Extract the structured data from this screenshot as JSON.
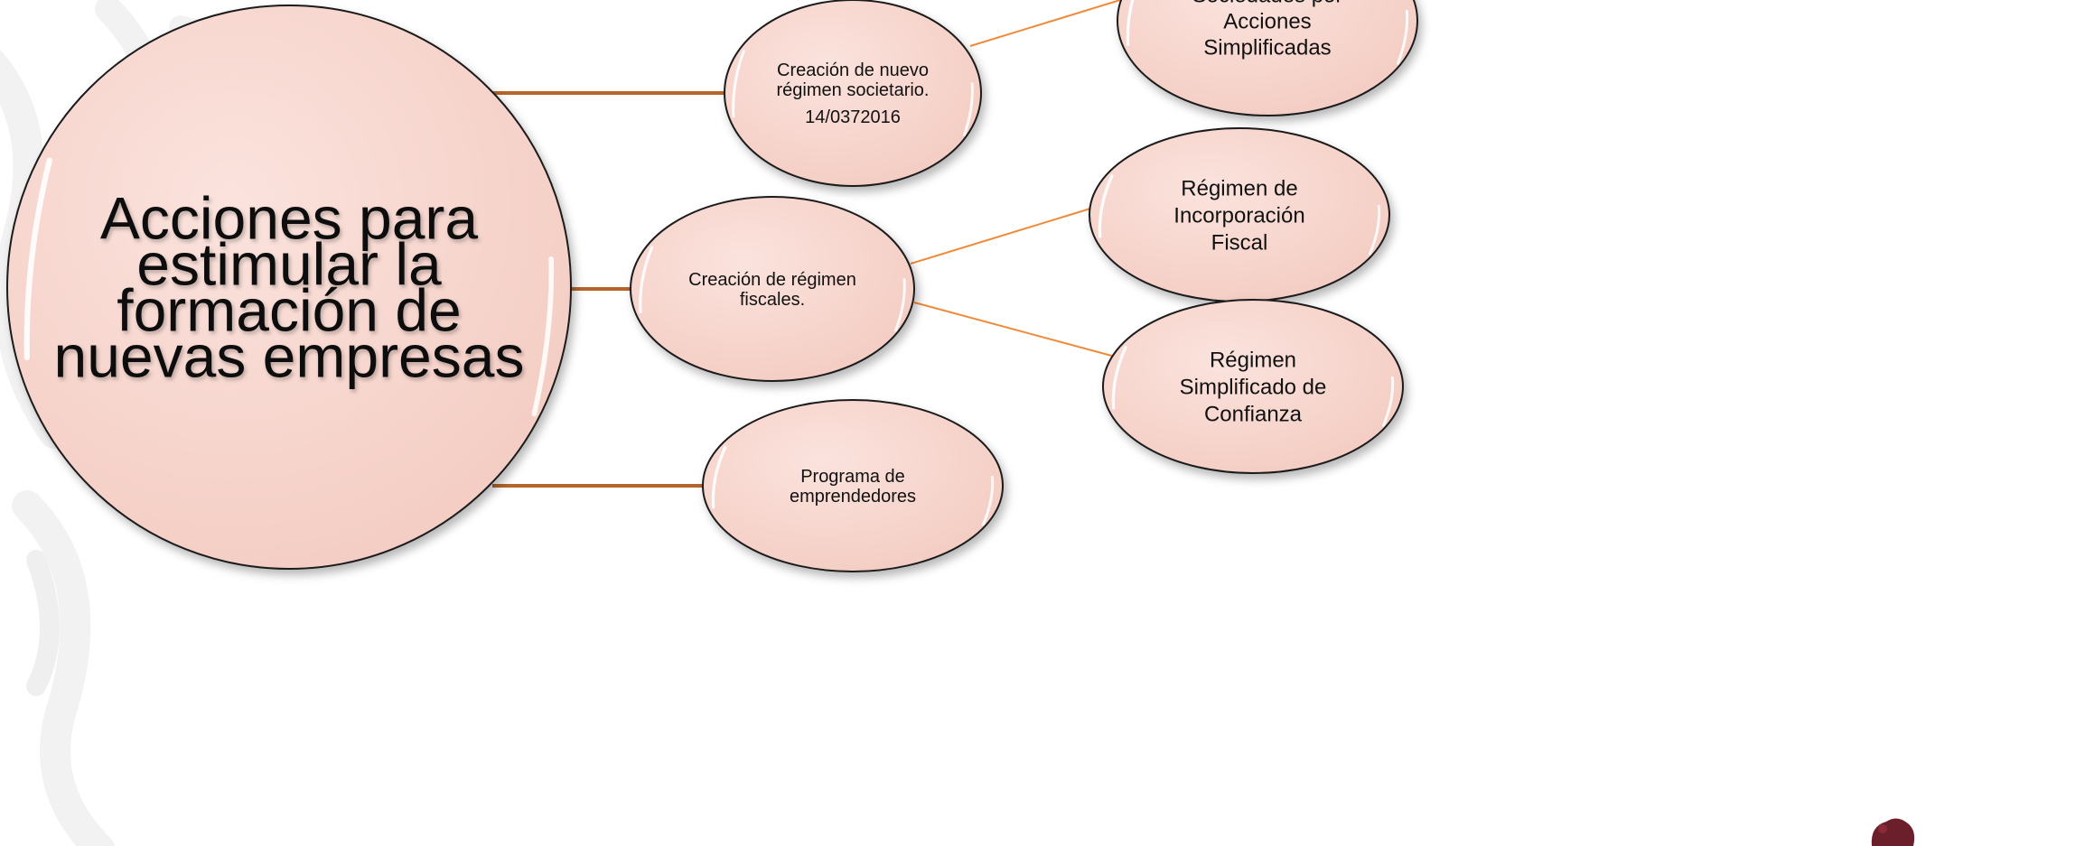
{
  "colors": {
    "bubble_fill": "#f6d3ca",
    "bubble_stroke": "#1a1a1a",
    "connector_main": "#b5652c",
    "connector_branch": "#ef8a3a",
    "background_pattern": "#f3f3f3",
    "emblem": "#6b1f2a"
  },
  "diagram": {
    "central": {
      "lines": [
        "Acciones para",
        "estimular la",
        "formación de",
        "nuevas empresas"
      ]
    },
    "branches": [
      {
        "id": "societario",
        "lines": [
          "Creación de nuevo",
          "régimen societario."
        ],
        "date": "14/0372016",
        "children": [
          {
            "id": "sas",
            "lines": [
              "Sociedades por",
              "Acciones",
              "Simplificadas"
            ]
          }
        ]
      },
      {
        "id": "fiscales",
        "lines": [
          "Creación de régimen",
          "fiscales."
        ],
        "children": [
          {
            "id": "rif",
            "lines": [
              "Régimen de",
              "Incorporación",
              "Fiscal"
            ]
          },
          {
            "id": "resico",
            "lines": [
              "Régimen",
              "Simplificado de",
              "Confianza"
            ]
          }
        ]
      },
      {
        "id": "emprendedores",
        "lines": [
          "Programa de",
          "emprendedores"
        ],
        "children": []
      }
    ]
  }
}
